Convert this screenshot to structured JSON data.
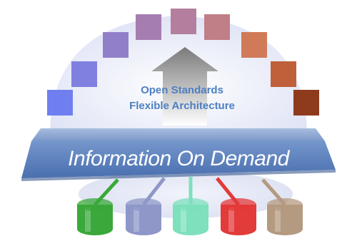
{
  "diagram": {
    "dome_text_line1": "Open Standards",
    "dome_text_line2": "Flexible Architecture",
    "banner_text": "Information On Demand",
    "blocks": [
      {
        "name": "block-1",
        "color": "#6f7ff0"
      },
      {
        "name": "block-2",
        "color": "#7f80e0"
      },
      {
        "name": "block-3",
        "color": "#927fc9"
      },
      {
        "name": "block-4",
        "color": "#a67db0"
      },
      {
        "name": "block-5",
        "color": "#b47f9e"
      },
      {
        "name": "block-6",
        "color": "#c07e87"
      },
      {
        "name": "block-7",
        "color": "#d07a57"
      },
      {
        "name": "block-8",
        "color": "#c0603a"
      },
      {
        "name": "block-9",
        "color": "#8e3a1c"
      }
    ],
    "databases": [
      {
        "name": "database-green",
        "color": "#3aa83a"
      },
      {
        "name": "database-slate",
        "color": "#8e97c8"
      },
      {
        "name": "database-mint",
        "color": "#7ee0bc"
      },
      {
        "name": "database-red",
        "color": "#e33a3a"
      },
      {
        "name": "database-tan",
        "color": "#b49a80"
      }
    ]
  }
}
